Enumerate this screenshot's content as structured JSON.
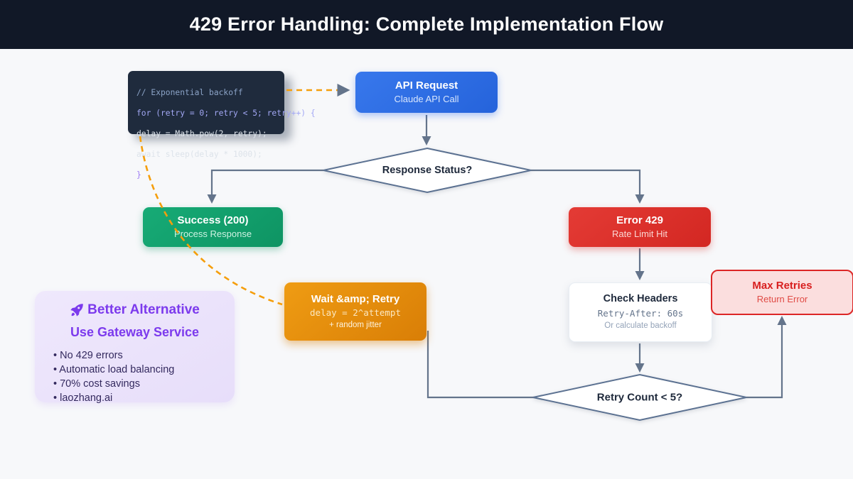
{
  "header": {
    "title": "429 Error Handling: Complete Implementation Flow"
  },
  "code": {
    "lines": [
      {
        "text": "// Exponential backoff",
        "type": "comment"
      },
      {
        "text": "for (retry = 0; retry < 5; retry++) {",
        "type": "keyword"
      },
      {
        "text": "delay = Math.pow(2, retry);",
        "type": "code"
      },
      {
        "text": "await sleep(delay * 1000);",
        "type": "code"
      },
      {
        "text": "}",
        "type": "brace"
      }
    ]
  },
  "nodes": {
    "api_request": {
      "title": "API Request",
      "subtitle": "Claude API Call"
    },
    "response_status": {
      "label": "Response Status?"
    },
    "success": {
      "title": "Success (200)",
      "subtitle": "Process Response"
    },
    "error429": {
      "title": "Error 429",
      "subtitle": "Rate Limit Hit"
    },
    "check_headers": {
      "title": "Check Headers",
      "mono": "Retry-After: 60s",
      "note": "Or calculate backoff"
    },
    "max_retries": {
      "title": "Max Retries",
      "subtitle": "Return Error"
    },
    "retry_count": {
      "label": "Retry Count < 5?"
    },
    "wait_retry": {
      "title": "Wait &amp; Retry",
      "mono": "delay = 2^attempt",
      "note": "+ random jitter"
    }
  },
  "panel": {
    "icon": "rocket-icon",
    "title": "Better Alternative",
    "subtitle": "Use Gateway Service",
    "bullets": [
      "• No 429 errors",
      "• Automatic load balancing",
      "• 70% cost savings",
      "• laozhang.ai"
    ]
  },
  "colors": {
    "header_bg": "#111827",
    "canvas_bg": "#f7f8fa",
    "blue": "#2563db",
    "green": "#0e9463",
    "red": "#d32722",
    "orange": "#d97e06",
    "slate_line": "#64748b",
    "dashed_orange": "#f59e0b",
    "purple": "#7c3aed",
    "panel_bg": "#e9e0fa",
    "pink_bg": "#fbdede"
  }
}
